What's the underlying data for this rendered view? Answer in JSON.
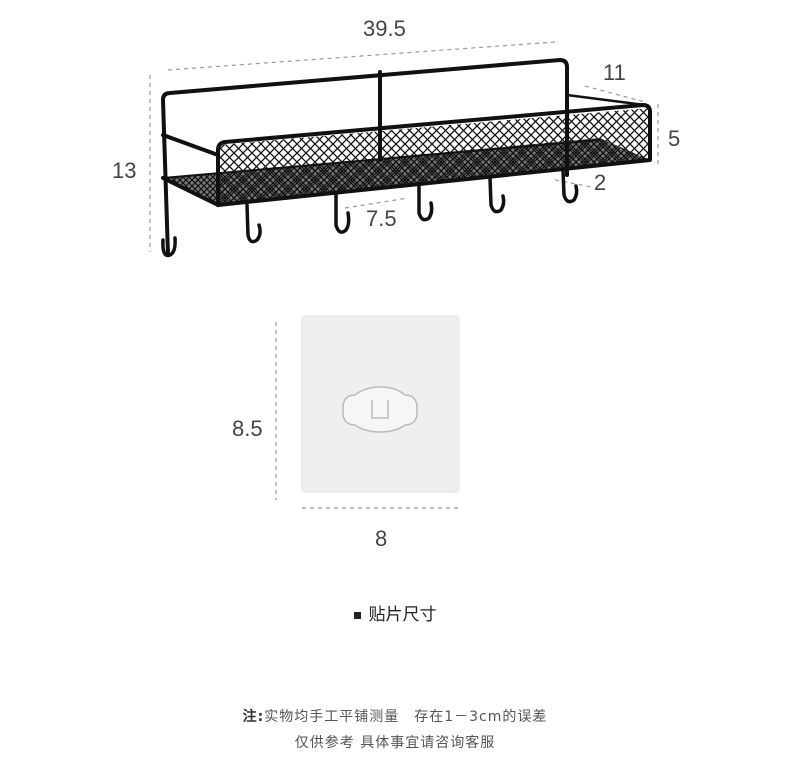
{
  "shelf": {
    "width_label": "39.5",
    "height_label": "13",
    "depth_label": "11",
    "rail_height_label": "5",
    "hook_offset_label": "2",
    "hook_spacing_label": "7.5",
    "hook_count": 6
  },
  "pad": {
    "height_label": "8.5",
    "width_label": "8",
    "caption": "贴片尺寸"
  },
  "note": {
    "prefix": "注:",
    "line1": "实物均手工平铺测量　存在1－3cm的误差",
    "line2": "仅供参考 具体事宜请咨询客服"
  },
  "colors": {
    "frame": "#111111",
    "pad": "#efefef",
    "dims": "#444444"
  }
}
